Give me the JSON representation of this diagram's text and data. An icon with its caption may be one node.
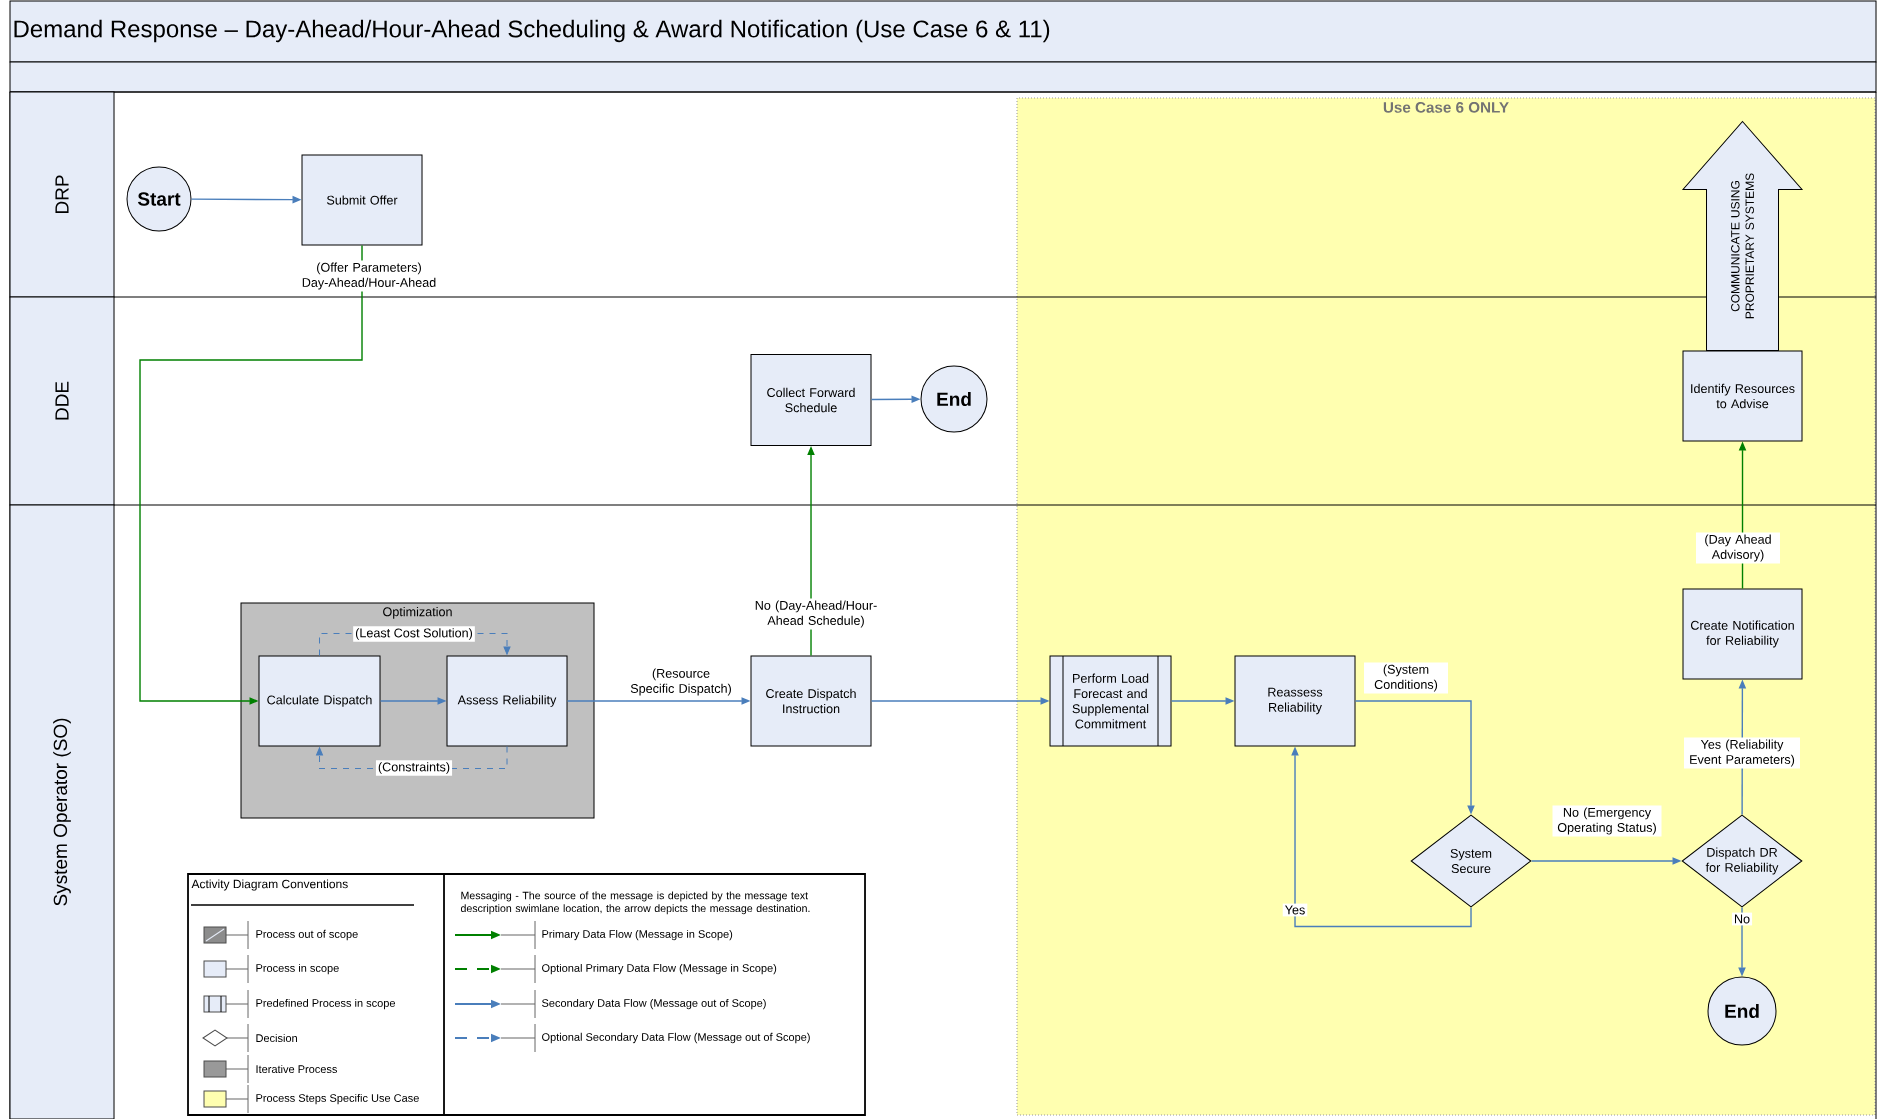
{
  "diagram": {
    "title": "Demand Response – Day-Ahead/Hour-Ahead Scheduling & Award Notification (Use Case 6 & 11)",
    "nodes": [
      {
        "text": [
          "Start"
        ]
      },
      {
        "text": [
          "Submit Offer"
        ]
      },
      {
        "text": [
          "Collect Forward Schedule"
        ]
      },
      {
        "text": [
          "End"
        ]
      },
      {
        "text": [
          "Optimization"
        ]
      },
      {
        "text": [
          "Calculate Dispatch"
        ],
        "in": 4
      },
      {
        "text": [
          "Assess Reliability"
        ],
        "in": 4
      },
      {
        "text": [
          "Create Dispatch Instruction"
        ]
      },
      {
        "text": [
          "Use Case 6 ONLY"
        ]
      },
      {
        "text": [
          "COMMUNICATE USING PROPRIETARY SYSTEMS"
        ],
        "in": 8
      },
      {
        "text": [
          "Identify Resources to Advise"
        ],
        "in": 8
      },
      {
        "text": [
          "Create Notification for Reliability"
        ],
        "in": 8
      },
      {
        "text": [
          "Perform Load Forecast and Supplemental Commitment"
        ],
        "in": 8
      },
      {
        "text": [
          "Reassess Reliability"
        ],
        "in": 8
      },
      {
        "text": [
          "System Secure"
        ],
        "in": 8
      },
      {
        "text": [
          "Dispatch DR for Reliability"
        ],
        "in": 8
      },
      {
        "text": [
          "End"
        ],
        "in": 8
      }
    ],
    "edges": [
      {
        "from": 0,
        "to": 1,
        "arrow": "to"
      },
      {
        "from": 1,
        "to": 5,
        "arrow": "to",
        "label": "(Offer Parameters) Day-Ahead/Hour-Ahead",
        "color": "#008000"
      },
      {
        "from": 5,
        "to": 6,
        "arrow": "to"
      },
      {
        "from": 5,
        "to": 6,
        "arrow": "to",
        "label": "(Least Cost Solution)",
        "style": "dashed"
      },
      {
        "from": 6,
        "to": 5,
        "arrow": "to",
        "label": "(Constraints)",
        "style": "dashed"
      },
      {
        "from": 6,
        "to": 7,
        "arrow": "to",
        "label": "(Resource Specific Dispatch)"
      },
      {
        "from": 7,
        "to": 2,
        "arrow": "to",
        "label": "No (Day-Ahead/Hour-Ahead Schedule)",
        "color": "#008000"
      },
      {
        "from": 2,
        "to": 3,
        "arrow": "to"
      },
      {
        "from": 7,
        "to": 12,
        "arrow": "to"
      },
      {
        "from": 12,
        "to": 13,
        "arrow": "to"
      },
      {
        "from": 13,
        "to": 14,
        "arrow": "to",
        "label": "(System Conditions)"
      },
      {
        "from": 14,
        "to": 13,
        "arrow": "to",
        "label": "Yes"
      },
      {
        "from": 14,
        "to": 15,
        "arrow": "to",
        "label": "No (Emergency Operating Status)"
      },
      {
        "from": 15,
        "to": 11,
        "arrow": "to",
        "label": "Yes (Reliability Event Parameters)"
      },
      {
        "from": 15,
        "to": 16,
        "arrow": "to",
        "label": "No"
      },
      {
        "from": 11,
        "to": 10,
        "arrow": "to",
        "label": "(Day Ahead Advisory)",
        "color": "#008000"
      }
    ],
    "labels": [
      "DRP",
      "DDE",
      "System Operator (SO)",
      "Activity Diagram Conventions",
      "Messaging - The source of the message is depicted by the message text description swimlane location, the arrow depicts the message destination."
    ],
    "legend": [
      {
        "text": "Process out of scope"
      },
      {
        "text": "Process in scope",
        "color": "#e6ecf8"
      },
      {
        "text": "Predefined Process in scope"
      },
      {
        "text": "Decision"
      },
      {
        "text": "Iterative Process",
        "color": "#999999"
      },
      {
        "text": "Process Steps Specific Use Case",
        "color": "#ffffb0"
      },
      {
        "text": "Primary Data Flow (Message in Scope)"
      },
      {
        "text": "Optional Primary Data Flow (Message in Scope)"
      },
      {
        "text": "Secondary Data Flow (Message out of Scope)"
      },
      {
        "text": "Optional Secondary Data Flow (Message out of Scope)"
      }
    ]
  }
}
